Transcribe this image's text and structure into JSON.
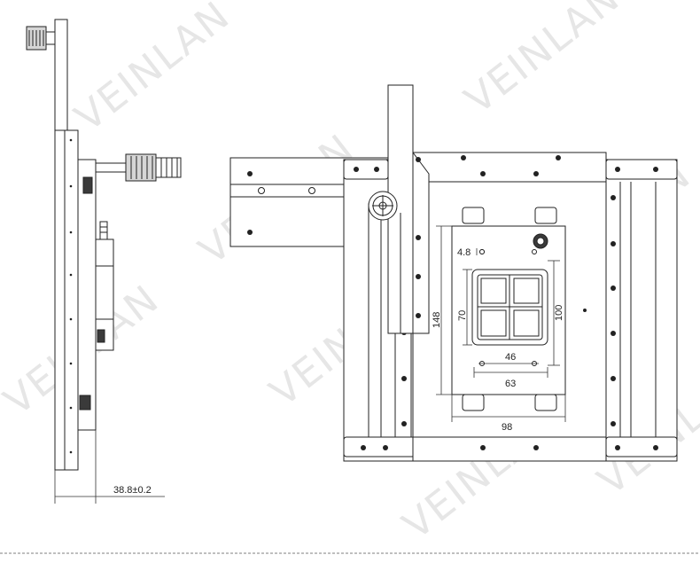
{
  "watermark": {
    "text": "VEINLAN"
  },
  "dimensions": {
    "side_thickness": "38.8±0.2",
    "overall_height": "148",
    "inner_height": "100",
    "window_height": "70",
    "hole_pitch": "46",
    "inner_width": "63",
    "overall_width": "98",
    "hole_diameter": "4.8"
  }
}
